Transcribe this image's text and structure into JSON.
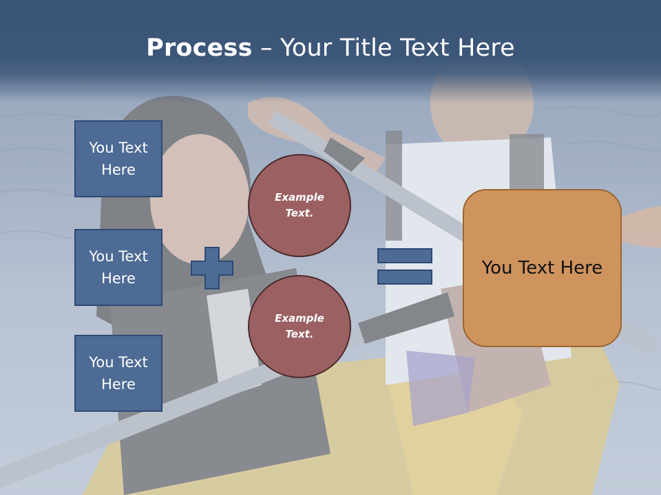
{
  "slide": {
    "title_bold": "Process",
    "title_rest": " – Your Title Text Here"
  },
  "inputs": [
    {
      "label": "You Text Here"
    },
    {
      "label": "You Text Here"
    },
    {
      "label": "You Text Here"
    }
  ],
  "examples": [
    {
      "label": "Example Text."
    },
    {
      "label": "Example Text."
    }
  ],
  "operators": {
    "plus": "plus-icon",
    "equals": "equals-icon"
  },
  "result": {
    "label": "You Text Here"
  },
  "colors": {
    "title_bar": "#3d5779",
    "input_box": "#4d6b94",
    "example_circle": "#9b6062",
    "result_box": "#cf935e",
    "operator": "#4d6b94"
  }
}
